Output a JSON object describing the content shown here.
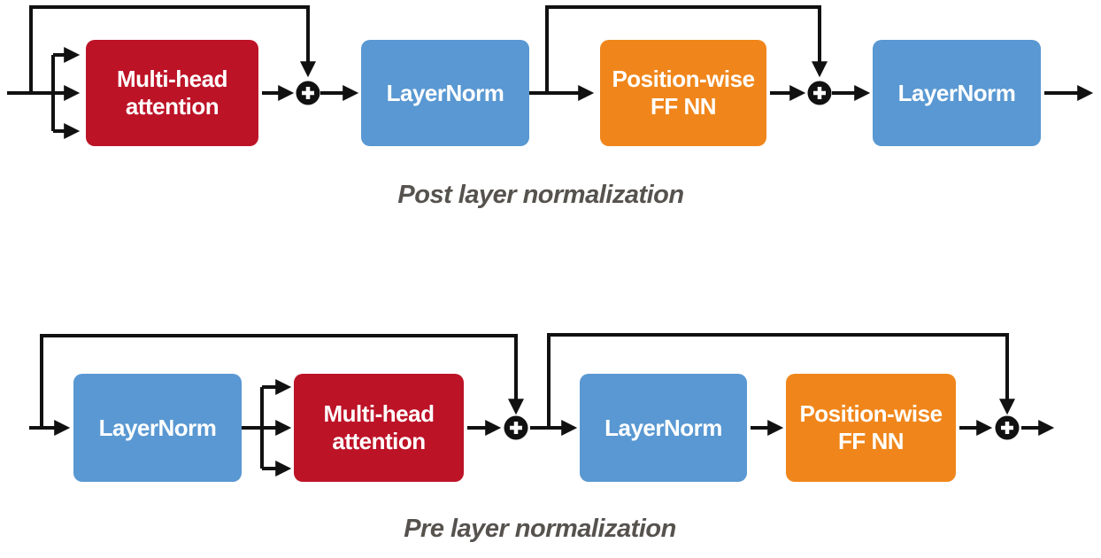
{
  "diagrams": [
    {
      "caption": "Post layer normalization",
      "blocks": [
        {
          "label": "Multi-head\nattention"
        },
        {
          "label": "LayerNorm"
        },
        {
          "label": "Position-wise\nFF NN"
        },
        {
          "label": "LayerNorm"
        }
      ]
    },
    {
      "caption": "Pre layer normalization",
      "blocks": [
        {
          "label": "LayerNorm"
        },
        {
          "label": "Multi-head\nattention"
        },
        {
          "label": "LayerNorm"
        },
        {
          "label": "Position-wise\nFF NN"
        }
      ]
    }
  ],
  "icons": {
    "residual_add": "⊕",
    "flow_arrow": "→"
  },
  "colors": {
    "attention_red": "#BD1327",
    "layernorm_blue": "#5998D2",
    "ffnn_orange": "#F0861B",
    "line_black": "#111111",
    "caption_gray": "#56524E"
  }
}
